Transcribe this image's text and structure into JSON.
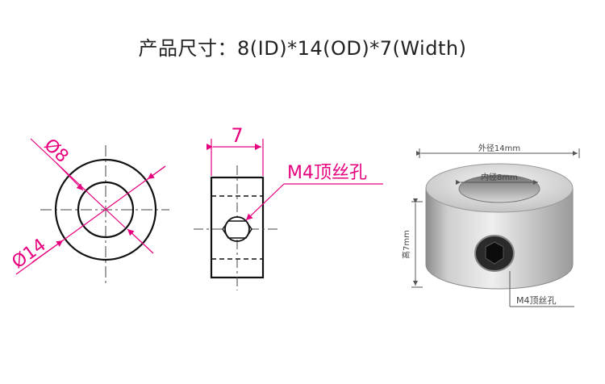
{
  "title": "产品尺寸：8(ID)*14(OD)*7(Width)",
  "front_view": {
    "inner_dim": "Ø8",
    "outer_dim": "Ø14"
  },
  "side_view": {
    "width_dim": "7",
    "hole_label": "M4顶丝孔"
  },
  "photo": {
    "outer_label": "外径14mm",
    "inner_label": "内径8mm",
    "height_label": "高7mm",
    "hole_label": "M4顶丝孔"
  },
  "colors": {
    "dimension": "#e6007e",
    "outline": "#111111",
    "photo_annotation": "#555555"
  }
}
